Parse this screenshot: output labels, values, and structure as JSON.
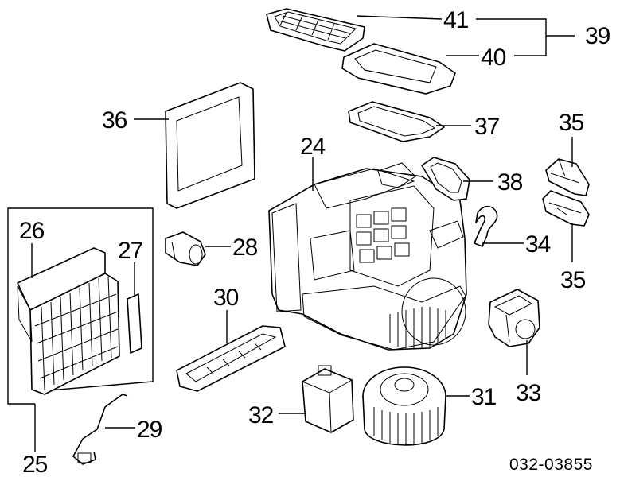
{
  "callouts": {
    "c24": "24",
    "c25": "25",
    "c26": "26",
    "c27": "27",
    "c28": "28",
    "c29": "29",
    "c30": "30",
    "c31": "31",
    "c32": "32",
    "c33": "33",
    "c34": "34",
    "c35a": "35",
    "c35b": "35",
    "c36": "36",
    "c37": "37",
    "c38": "38",
    "c39": "39",
    "c40": "40",
    "c41": "41"
  },
  "diagram_code": "032-03855"
}
